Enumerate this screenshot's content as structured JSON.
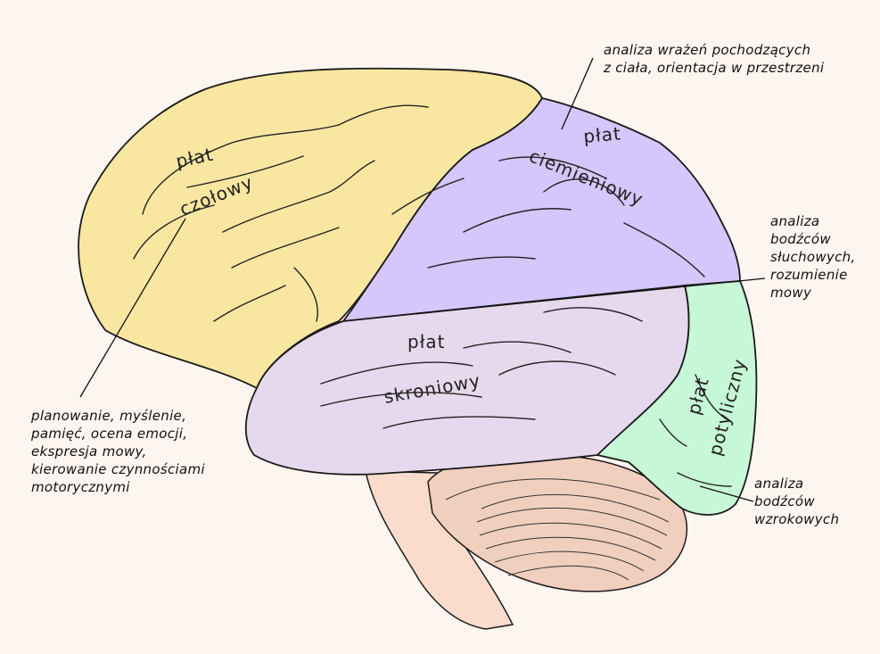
{
  "colors": {
    "background": "#fdf5ef",
    "frontal": "#f9e7a1",
    "parietal": "#d5c6fb",
    "temporal": "#e7d9ed",
    "occipital": "#c6f7d6",
    "brainstem": "#f9dccc",
    "cerebellum": "#f1cfbe",
    "outline": "#1a1a1a"
  },
  "lobes": {
    "frontal": {
      "line1": "płat",
      "line2": "czołowy"
    },
    "parietal": {
      "line1": "płat",
      "line2": "ciemieniowy"
    },
    "temporal": {
      "line1": "płat",
      "line2": "skroniowy"
    },
    "occipital": {
      "line1": "płat",
      "line2": "potyliczny"
    }
  },
  "annotations": {
    "parietal": [
      "analiza wrażeń pochodzących",
      "z ciała, orientacja w przestrzeni"
    ],
    "temporal": [
      "analiza",
      "bodźców",
      "słuchowych,",
      "rozumienie",
      "mowy"
    ],
    "frontal": [
      "planowanie, myślenie,",
      "pamięć, ocena emocji,",
      "ekspresja mowy,",
      "kierowanie czynnościami",
      "motorycznymi"
    ],
    "occipital": [
      "analiza",
      "bodźców",
      "wzrokowych"
    ]
  }
}
